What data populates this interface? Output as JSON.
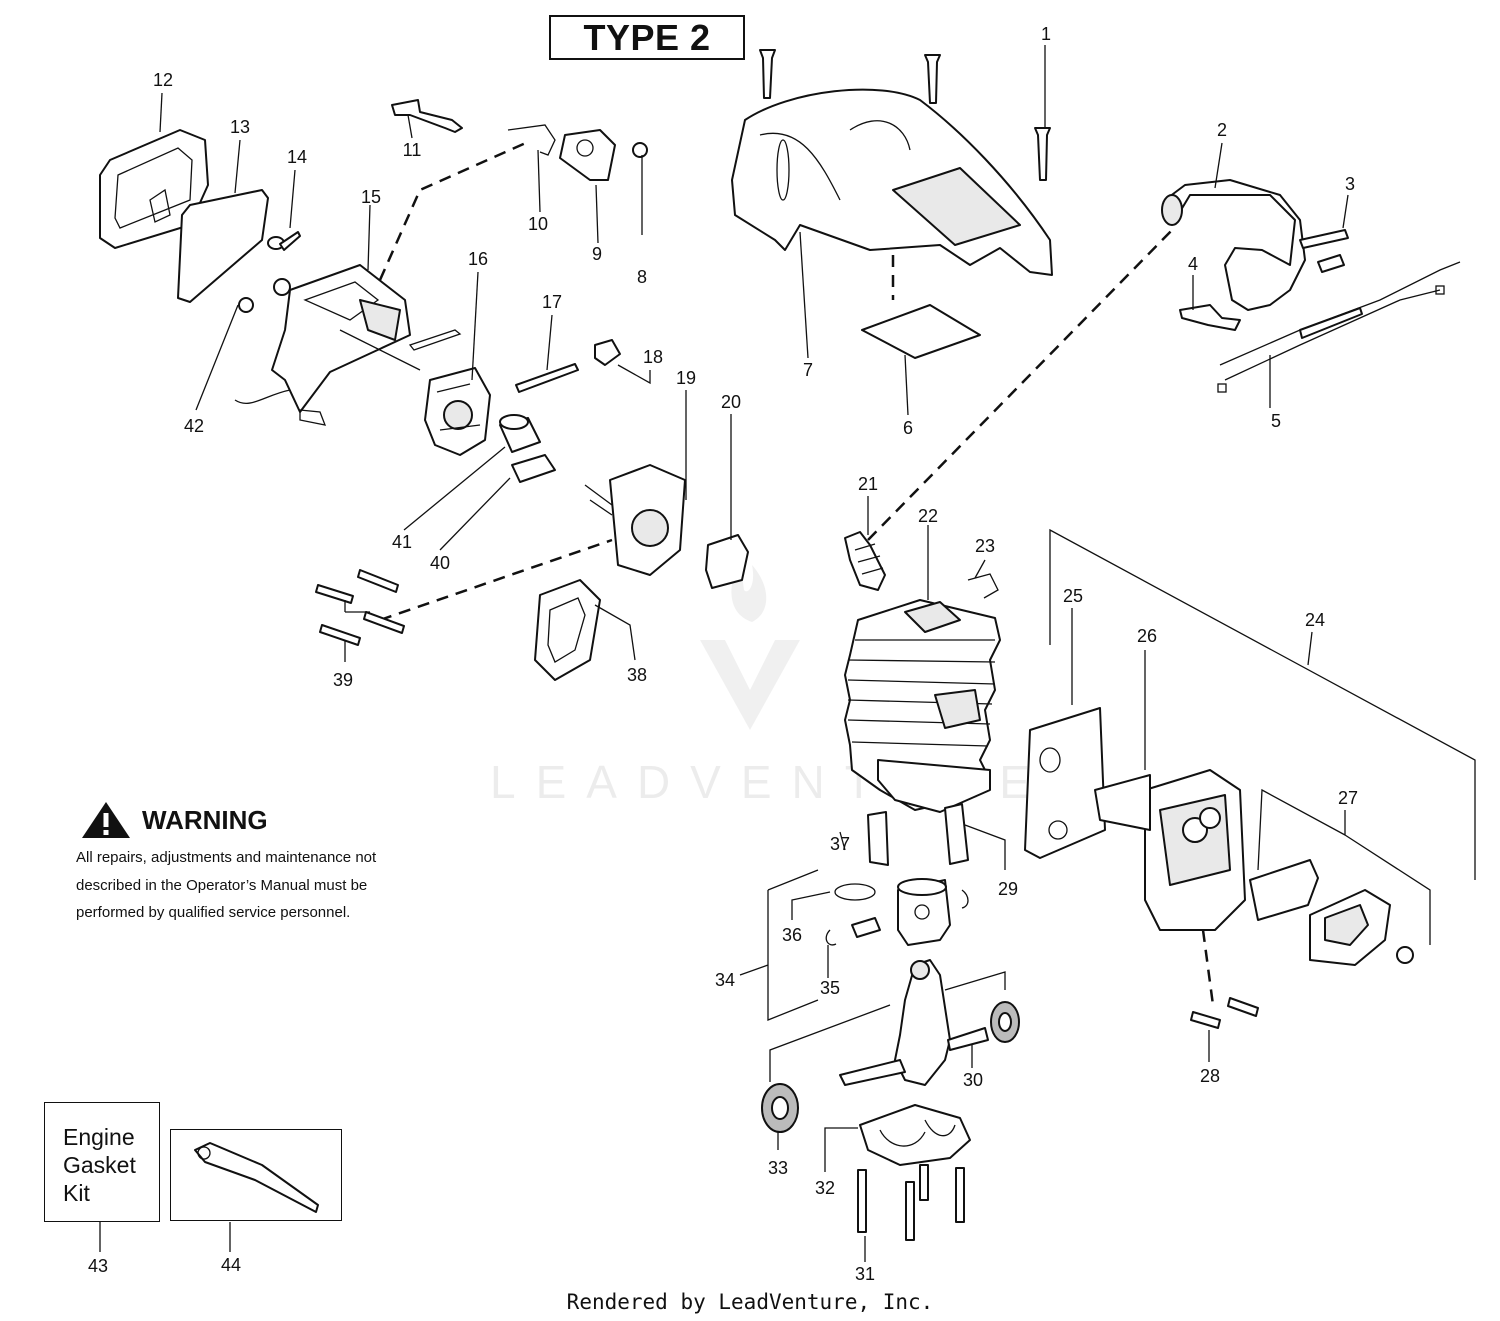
{
  "title": "TYPE 2",
  "warning": {
    "heading": "WARNING",
    "text": "All repairs, adjustments and maintenance not\ndescribed in the Operator’s Manual must be\nperformed by qualified  service personnel.",
    "icon": "warning-triangle-icon"
  },
  "kit_box": {
    "text": "Engine\nGasket\nKit"
  },
  "watermark": "LEADVENTURE",
  "footer": "Rendered by LeadVenture, Inc.",
  "callouts": {
    "c1": "1",
    "c2": "2",
    "c3": "3",
    "c4": "4",
    "c5": "5",
    "c6": "6",
    "c7": "7",
    "c8": "8",
    "c9": "9",
    "c10": "10",
    "c11": "11",
    "c12": "12",
    "c13": "13",
    "c14": "14",
    "c15": "15",
    "c16": "16",
    "c17": "17",
    "c18": "18",
    "c19": "19",
    "c20": "20",
    "c21": "21",
    "c22": "22",
    "c23": "23",
    "c24": "24",
    "c25": "25",
    "c26": "26",
    "c27": "27",
    "c28": "28",
    "c29": "29",
    "c30": "30",
    "c31": "31",
    "c32": "32",
    "c33": "33",
    "c34": "34",
    "c35": "35",
    "c36": "36",
    "c37": "37",
    "c38": "38",
    "c39": "39",
    "c40": "40",
    "c41": "41",
    "c42": "42",
    "c43": "43",
    "c44": "44"
  }
}
